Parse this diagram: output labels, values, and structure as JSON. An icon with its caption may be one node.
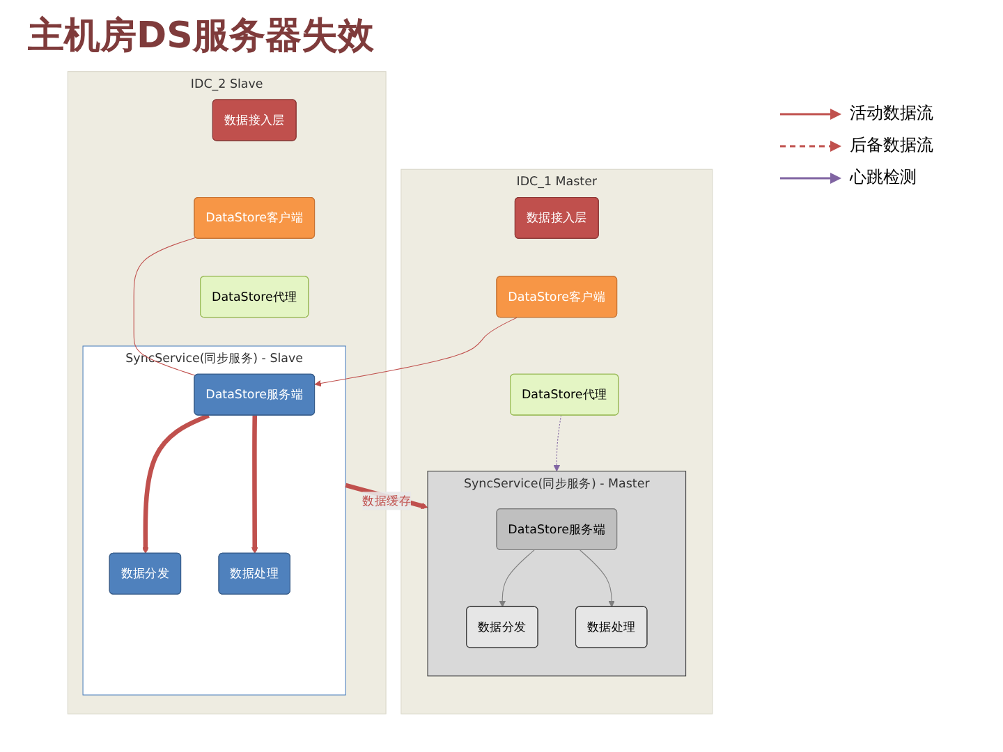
{
  "diagram": {
    "title": "主机房DS服务器失效",
    "nodes": [
      {
        "text": [
          "IDC_1 Master"
        ]
      },
      {
        "text": [
          "数据接入层"
        ],
        "in": 0
      },
      {
        "text": [
          "DataStore客户端"
        ],
        "in": 0
      },
      {
        "text": [
          "DataStore代理"
        ],
        "in": 0
      },
      {
        "text": [
          "SyncService(同步服务) - Master"
        ],
        "in": 0
      },
      {
        "text": [
          "DataStore服务端"
        ],
        "in": 4
      },
      {
        "text": [
          "数据分发"
        ],
        "in": 4
      },
      {
        "text": [
          "数据处理"
        ],
        "in": 4
      },
      {
        "text": [
          "IDC_2 Slave"
        ]
      },
      {
        "text": [
          "数据接入层"
        ],
        "in": 8
      },
      {
        "text": [
          "DataStore客户端"
        ],
        "in": 8
      },
      {
        "text": [
          "DataStore代理"
        ],
        "in": 8
      },
      {
        "text": [
          "SyncService(同步服务) - Slave"
        ],
        "in": 8
      },
      {
        "text": [
          "DataStore服务端"
        ],
        "in": 12
      },
      {
        "text": [
          "数据分发"
        ],
        "in": 12
      },
      {
        "text": [
          "数据处理"
        ],
        "in": 12
      }
    ],
    "edges": [
      {
        "from": 2,
        "to": 13,
        "arrow": "to"
      },
      {
        "from": 10,
        "to": 13,
        "arrow": "none"
      },
      {
        "from": 3,
        "to": 4,
        "arrow": "to",
        "style": "dashed",
        "color": "#8064a2"
      },
      {
        "from": 5,
        "to": 6,
        "arrow": "to",
        "color": "#7f7f7f"
      },
      {
        "from": 5,
        "to": 7,
        "arrow": "to",
        "color": "#7f7f7f"
      },
      {
        "from": 13,
        "to": 14,
        "arrow": "to",
        "style": "thick"
      },
      {
        "from": 13,
        "to": 15,
        "arrow": "to",
        "style": "thick"
      },
      {
        "from": 12,
        "to": 4,
        "label": "数据缓存",
        "arrow": "to",
        "style": "thick"
      }
    ],
    "legend": [
      {
        "text": "活动数据流"
      },
      {
        "text": "后备数据流"
      },
      {
        "text": "心跳检测"
      }
    ]
  }
}
